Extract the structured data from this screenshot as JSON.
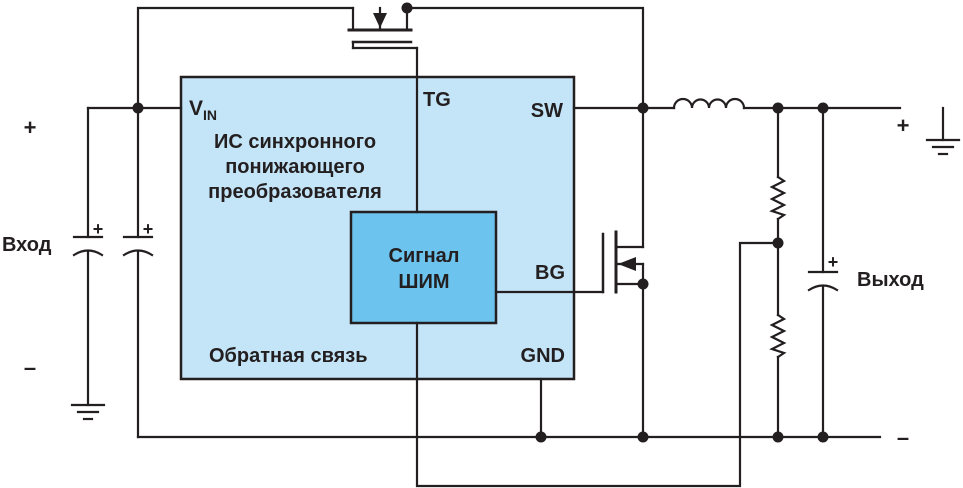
{
  "colors": {
    "ic_fill": "#c4e4f7",
    "pwm_fill": "#6cc4ee",
    "line": "#231f20"
  },
  "ic": {
    "title_line1": "ИС синхронного",
    "title_line2": "понижающего",
    "title_line3": "преобразователя",
    "pins": {
      "vin": "V",
      "vin_sub": "IN",
      "tg": "TG",
      "sw": "SW",
      "bg": "BG",
      "gnd": "GND",
      "feedback": "Обратная связь"
    },
    "pwm_line1": "Сигнал",
    "pwm_line2": "ШИМ"
  },
  "input": {
    "label": "Вход",
    "plus": "+",
    "minus": "–",
    "cap_plus_1": "+",
    "cap_plus_2": "+"
  },
  "output": {
    "label": "Выход",
    "plus": "+",
    "minus": "–",
    "cap_plus": "+"
  }
}
